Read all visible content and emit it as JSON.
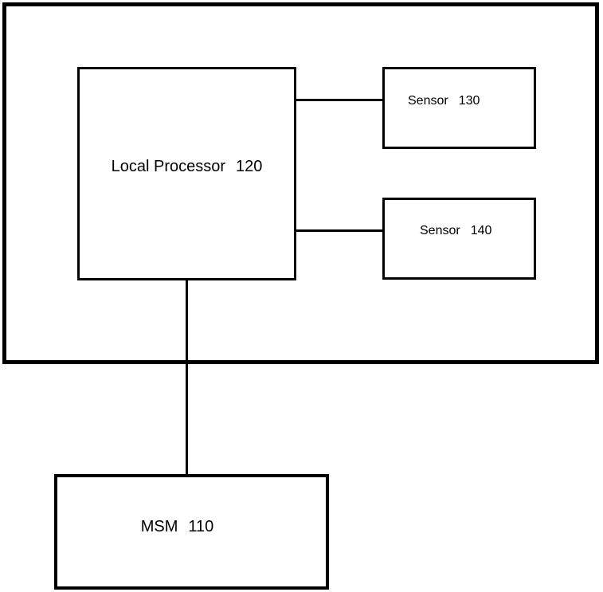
{
  "figure": {
    "type": "block-diagram",
    "background_color": "#ffffff",
    "line_color": "#000000"
  },
  "nodes": {
    "local_processor": {
      "label": "Local Processor",
      "ref": "120"
    },
    "sensor_top": {
      "label": "Sensor",
      "ref": "130"
    },
    "sensor_bottom": {
      "label": "Sensor",
      "ref": "140"
    },
    "msm": {
      "label": "MSM",
      "ref": "110"
    }
  },
  "edges": [
    {
      "from": "Local Processor 120",
      "to": "Sensor 130"
    },
    {
      "from": "Local Processor 120",
      "to": "Sensor 140"
    },
    {
      "from": "Local Processor 120",
      "to": "MSM 110"
    }
  ]
}
